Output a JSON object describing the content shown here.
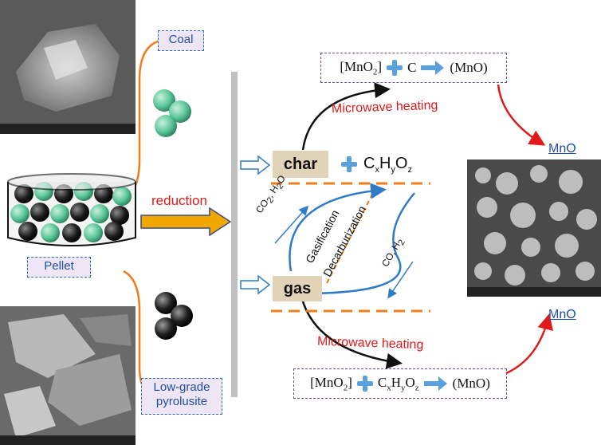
{
  "left": {
    "coal_label": "Coal",
    "pellet_label": "Pellet",
    "pyrolusite_label_1": "Low-grade",
    "pyrolusite_label_2": "pyrolusite",
    "reduction_label": "reduction"
  },
  "top_equation": {
    "left": "[MnO",
    "left_sub": "2",
    "left_end": "]",
    "mid": "C",
    "right": "(MnO)"
  },
  "bottom_equation": {
    "left": "[MnO",
    "left_sub": "2",
    "left_end": "]",
    "mid_c": "C",
    "mid_x": "x",
    "mid_h": "H",
    "mid_y": "y",
    "mid_o": "O",
    "mid_z": "z",
    "right": "(MnO)"
  },
  "microwave_top": "Microwave heating",
  "microwave_bottom": "Microwave heating",
  "char_label": "char",
  "gas_label": "gas",
  "cxhyoz": {
    "c": "C",
    "x": "x",
    "h": "H",
    "y": "y",
    "o": "O",
    "z": "z"
  },
  "gasification": "Gasification",
  "decarburization": "Decarburization",
  "co2_h2o": {
    "a": "CO",
    "a_sub": "2",
    "sep": ", H",
    "b_sub": "2",
    "b": "O"
  },
  "co_h2": {
    "a": "CO",
    "sep": ", H",
    "b_sub": "2"
  },
  "mno_top": "MnO",
  "mno_bottom": "MnO",
  "colors": {
    "orange": "#f07d1a",
    "blue": "#2f7bc8",
    "red": "#e01a1a",
    "yellow_arrow": "#f2a600",
    "green_ball": "#5cc79a",
    "black_ball": "#1e1e1e",
    "grey_bar": "#c0c0c0"
  }
}
